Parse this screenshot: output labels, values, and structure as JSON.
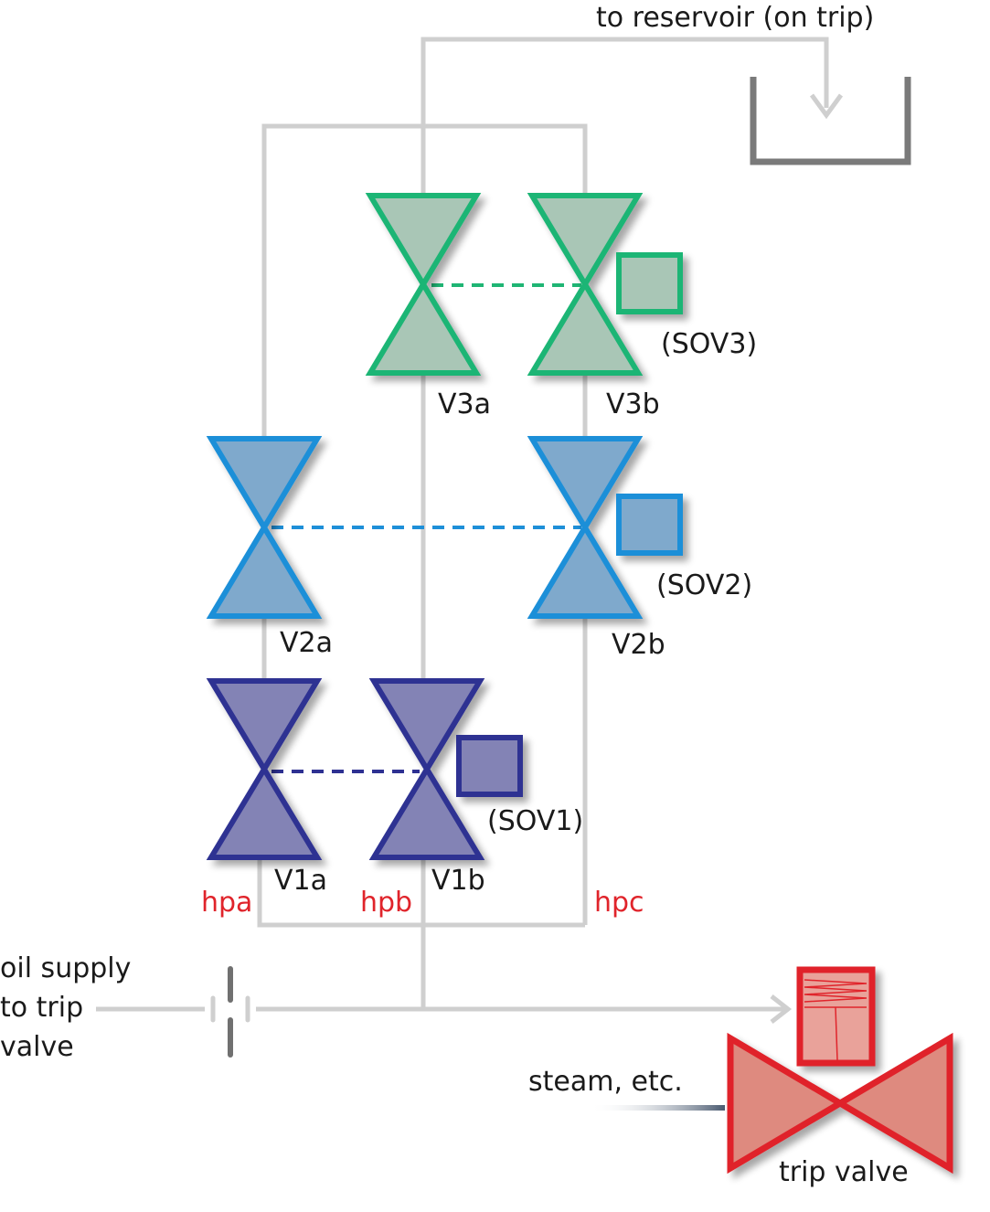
{
  "labels": {
    "reservoir": "to reservoir (on trip)",
    "oil_supply_line1": "oil supply",
    "oil_supply_line2": "to trip",
    "oil_supply_line3": "valve",
    "steam": "steam, etc.",
    "trip_valve": "trip valve"
  },
  "valves": [
    {
      "id": "V3a",
      "label": "V3a",
      "group": "green"
    },
    {
      "id": "V3b",
      "label": "V3b",
      "group": "green"
    },
    {
      "id": "V2a",
      "label": "V2a",
      "group": "blue"
    },
    {
      "id": "V2b",
      "label": "V2b",
      "group": "blue"
    },
    {
      "id": "V1a",
      "label": "V1a",
      "group": "navy"
    },
    {
      "id": "V1b",
      "label": "V1b",
      "group": "navy"
    }
  ],
  "solenoids": [
    {
      "id": "SOV3",
      "label": "(SOV3)",
      "group": "green"
    },
    {
      "id": "SOV2",
      "label": "(SOV2)",
      "group": "blue"
    },
    {
      "id": "SOV1",
      "label": "(SOV1)",
      "group": "navy"
    }
  ],
  "pressure_points": [
    {
      "id": "hpa",
      "label": "hpa"
    },
    {
      "id": "hpb",
      "label": "hpb"
    },
    {
      "id": "hpc",
      "label": "hpc"
    }
  ],
  "colors": {
    "green_stroke": "#1fb574",
    "green_fill": "#a9c6b6",
    "blue_stroke": "#1e8fd8",
    "blue_fill": "#7fa9cc",
    "navy_stroke": "#2e3192",
    "navy_fill": "#8383b5",
    "red": "#e0242b",
    "red_fill": "#de8a7f",
    "pipe": "#cfcfcf",
    "reservoir": "#7a7a7a",
    "pressure_label": "#e0242b"
  }
}
